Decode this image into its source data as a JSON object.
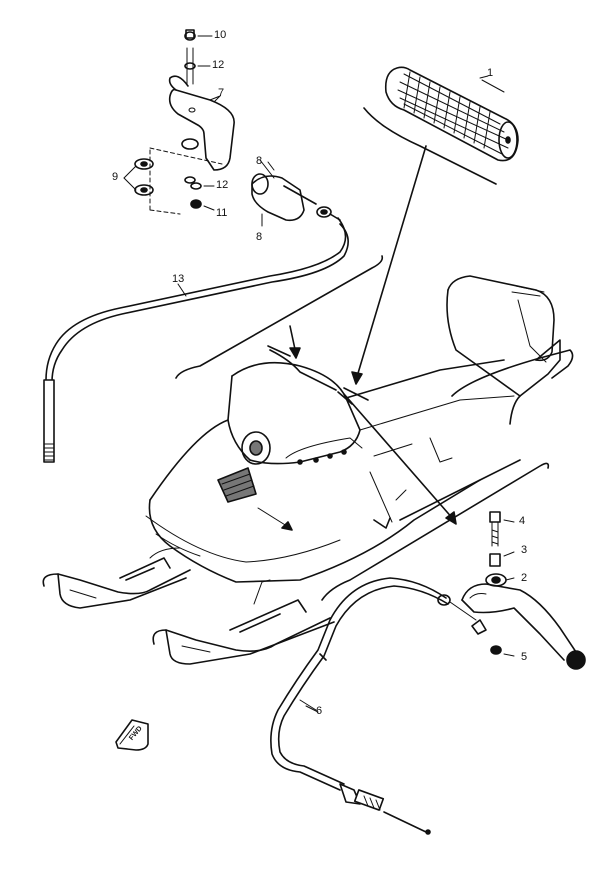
{
  "callouts": [
    {
      "id": "c1",
      "text": "1"
    },
    {
      "id": "c2",
      "text": "2"
    },
    {
      "id": "c3",
      "text": "3"
    },
    {
      "id": "c4",
      "text": "4"
    },
    {
      "id": "c5",
      "text": "5"
    },
    {
      "id": "c6",
      "text": "6"
    },
    {
      "id": "c7",
      "text": "7"
    },
    {
      "id": "c8a",
      "text": "8"
    },
    {
      "id": "c8b",
      "text": "8"
    },
    {
      "id": "c9",
      "text": "9"
    },
    {
      "id": "c10",
      "text": "10"
    },
    {
      "id": "c11",
      "text": "11"
    },
    {
      "id": "c12a",
      "text": "12"
    },
    {
      "id": "c12b",
      "text": "12"
    },
    {
      "id": "c13",
      "text": "13"
    }
  ],
  "front_badge": "FWD",
  "colors": {
    "ink": "#111111",
    "paper": "#ffffff"
  }
}
